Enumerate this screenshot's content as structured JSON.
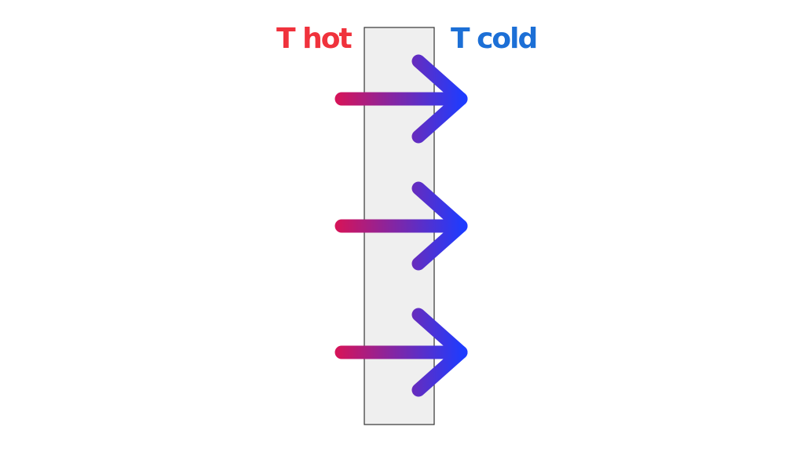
{
  "labels": {
    "hot": "T hot",
    "cold": "T cold"
  },
  "colors": {
    "hot": "#f0323c",
    "cold": "#1c6fd6",
    "arrow_start": "#d4145a",
    "arrow_end": "#1e3cff",
    "wall_fill": "#efefef",
    "wall_stroke": "#333333"
  },
  "arrows": {
    "count": 3,
    "direction": "left-to-right"
  }
}
